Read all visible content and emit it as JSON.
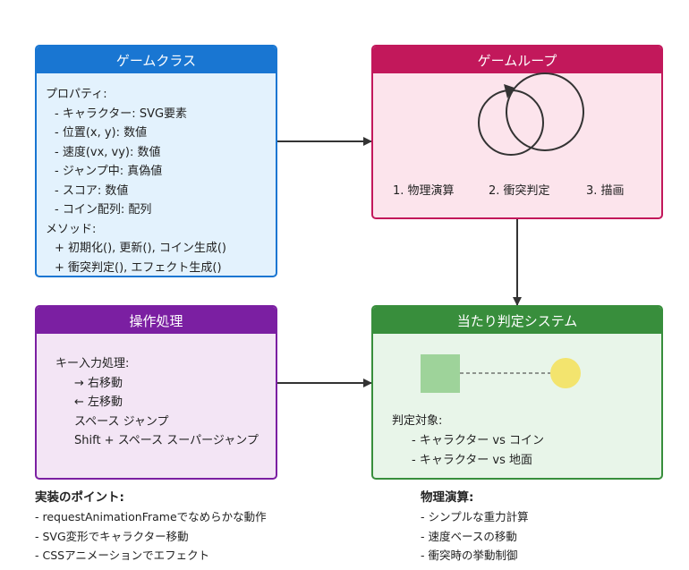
{
  "game_class": {
    "title": "ゲームクラス",
    "lines": [
      "プロパティ:",
      "- キャラクター: SVG要素",
      "- 位置(x, y): 数値",
      "- 速度(vx, vy): 数値",
      "- ジャンプ中: 真偽値",
      "- スコア: 数値",
      "- コイン配列: 配列",
      "メソッド:",
      "+ 初期化(), 更新(), コイン生成()",
      "+ 衝突判定(), エフェクト生成()"
    ]
  },
  "game_loop": {
    "title": "ゲームループ",
    "steps": [
      "1. 物理演算",
      "2. 衝突判定",
      "3. 描画"
    ]
  },
  "input_handling": {
    "title": "操作処理",
    "lines": [
      "キー入力処理:",
      "→ 右移動",
      "← 左移動",
      "スペース ジャンプ",
      "Shift + スペース スーパージャンプ"
    ]
  },
  "collision": {
    "title": "当たり判定システム",
    "lines": [
      "判定対象:",
      "- キャラクター vs コイン",
      "- キャラクター vs 地面"
    ]
  },
  "impl_notes": {
    "title": "実装のポイント:",
    "items": [
      "- requestAnimationFrameでなめらかな動作",
      "- SVG変形でキャラクター移動",
      "- CSSアニメーションでエフェクト"
    ]
  },
  "physics_notes": {
    "title": "物理演算:",
    "items": [
      "- シンプルな重力計算",
      "- 速度ベースの移動",
      "- 衝突時の挙動制御"
    ]
  },
  "colors": {
    "game_class": "#1976d2",
    "game_loop": "#c2185b",
    "input_handling": "#7b1fa2",
    "collision": "#388e3c"
  }
}
